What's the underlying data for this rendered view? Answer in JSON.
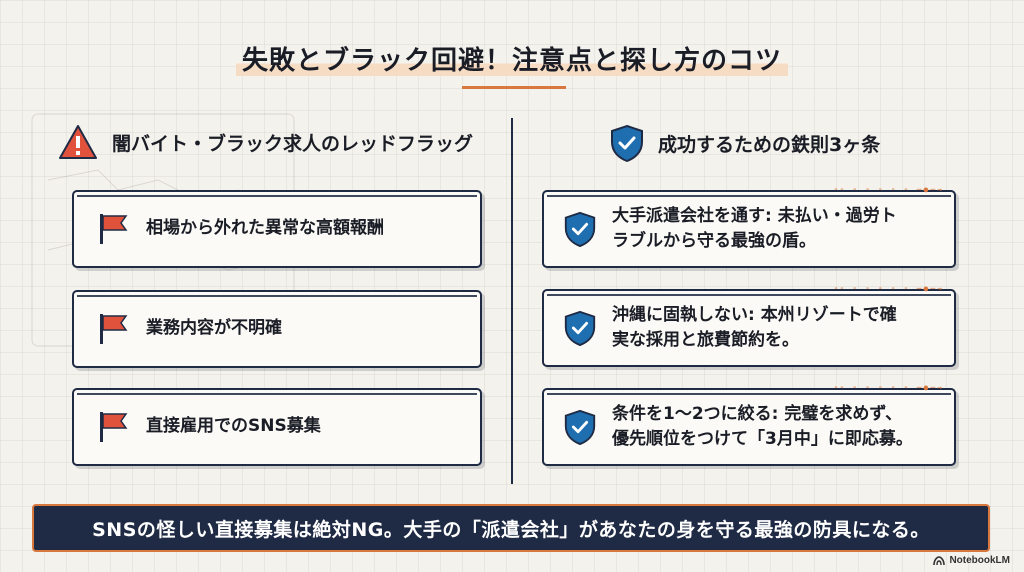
{
  "title": "失敗とブラック回避！注意点と探し方のコツ",
  "left": {
    "heading": "闇バイト・ブラック求人のレッドフラッグ",
    "heading_icon": "warning-icon",
    "items": [
      {
        "text": "相場から外れた異常な高額報酬",
        "icon": "red-flag-icon"
      },
      {
        "text": "業務内容が不明確",
        "icon": "red-flag-icon"
      },
      {
        "text": "直接雇用でのSNS募集",
        "icon": "red-flag-icon"
      }
    ]
  },
  "right": {
    "heading": "成功するための鉄則3ヶ条",
    "heading_icon": "shield-check-icon",
    "items": [
      {
        "line1": "大手派遣会社を通す: 未払い・過労ト",
        "line2": "ラブルから守る最強の盾。",
        "icon": "shield-check-icon"
      },
      {
        "line1": "沖縄に固執しない: 本州リゾートで確",
        "line2": "実な採用と旅費節約を。",
        "icon": "shield-check-icon"
      },
      {
        "line1": "条件を1〜2つに絞る: 完璧を求めず、",
        "line2": "優先順位をつけて「3月中」に即応募。",
        "icon": "shield-check-icon"
      }
    ]
  },
  "banner": "SNSの怪しい直接募集は絶対NG。大手の「派遣会社」があなたの身を守る最強の防具になる。",
  "brand": "NotebookLM",
  "colors": {
    "navy": "#1f2a44",
    "accent": "#d9783e",
    "flag_red": "#e0523c",
    "shield_blue": "#1f6fb0"
  }
}
